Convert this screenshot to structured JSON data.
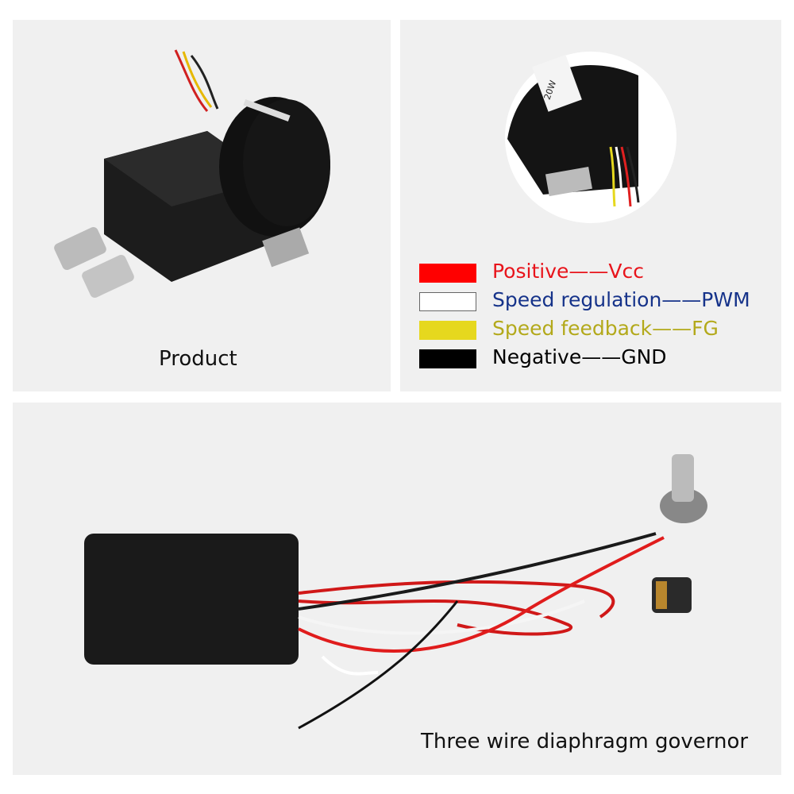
{
  "panels": {
    "product": {
      "caption": "Product"
    },
    "wiring": {
      "legend": [
        {
          "label": "Positive——Vcc",
          "wire_color": "#ff0000",
          "text_color": "#e8141b"
        },
        {
          "label": "Speed regulation——PWM",
          "wire_color": "#ffffff",
          "text_color": "#16338a"
        },
        {
          "label": "Speed feedback——FG",
          "wire_color": "#e6d81e",
          "text_color": "#b3a91b"
        },
        {
          "label": "Negative——GND",
          "wire_color": "#000000",
          "text_color": "#000000"
        }
      ],
      "label_text": "20W"
    },
    "governor": {
      "caption": "Three wire diaphragm governor"
    }
  }
}
